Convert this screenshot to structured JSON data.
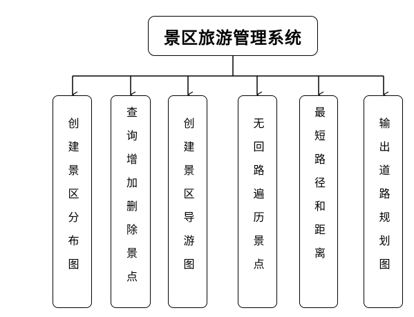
{
  "diagram": {
    "root": "景区旅游管理系统",
    "children": [
      "创建景区分布图",
      "查询增加删除景点",
      "创建景区导游图",
      "无回路遍历景点",
      "最短路径和距离",
      "输出道路规划图"
    ]
  }
}
